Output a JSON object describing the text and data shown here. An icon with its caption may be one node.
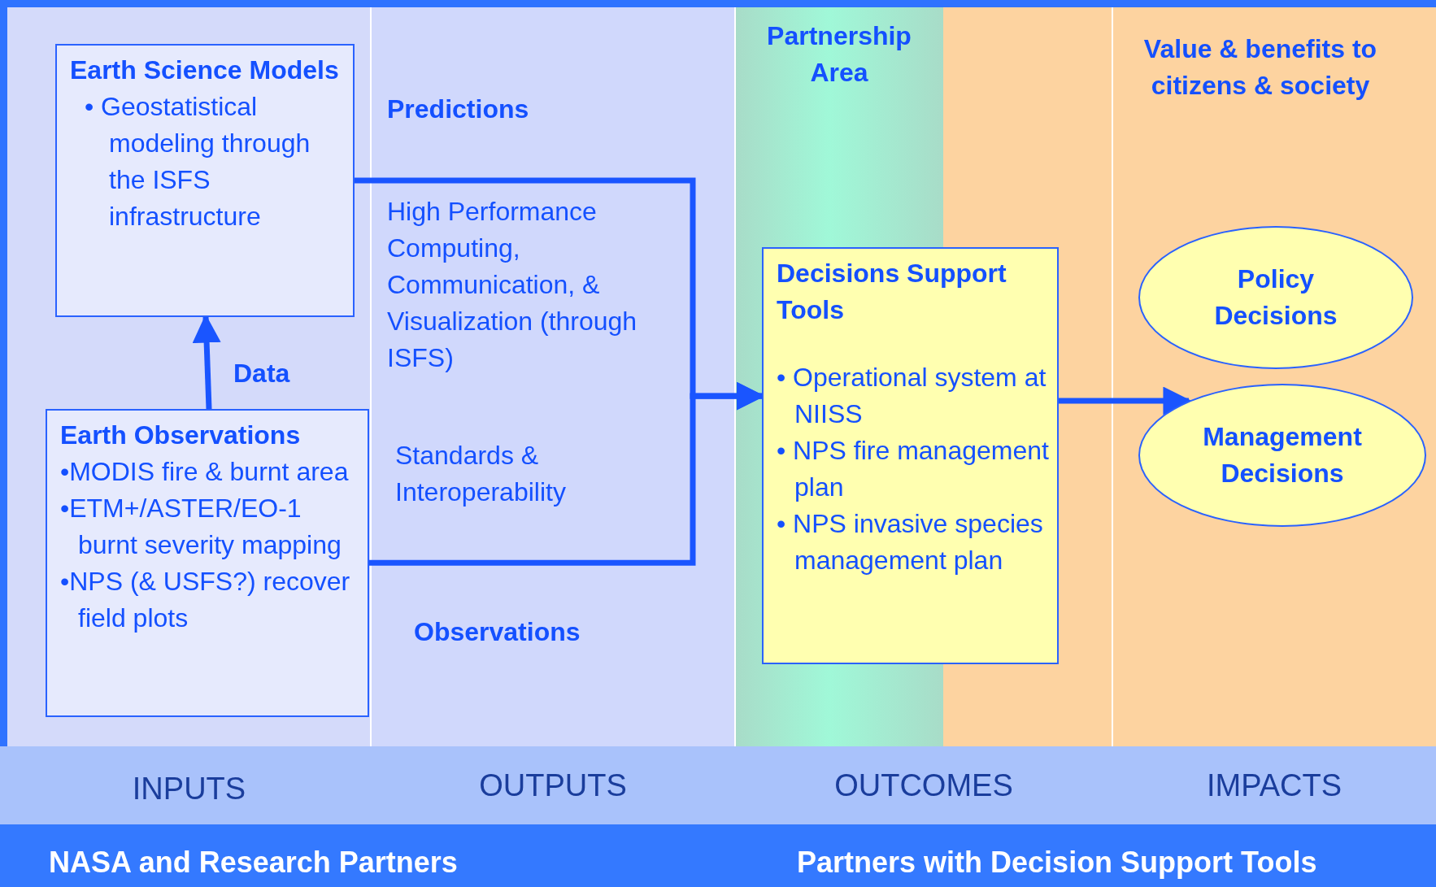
{
  "diagram": {
    "nodes": [
      {
        "text": [
          "Earth Science Models",
          "• Geostatistical modeling through the ISFS infrastructure"
        ]
      },
      {
        "text": [
          "Earth Observations",
          "•MODIS fire & burnt area",
          "•ETM+/ASTER/EO-1 burnt severity mapping",
          "•NPS (& USFS?) recover field plots"
        ]
      },
      {
        "text": [
          "Decisions Support Tools",
          "• Operational system at NIISS",
          "• NPS fire management plan",
          "• NPS invasive species management plan"
        ]
      },
      {
        "text": [
          "Policy Decisions"
        ]
      },
      {
        "text": [
          "Management Decisions"
        ]
      }
    ],
    "edges": [
      {
        "from": 0,
        "to": 2,
        "arrow": "to",
        "label": "Predictions"
      },
      {
        "from": 1,
        "to": 2,
        "arrow": "to",
        "label": "Observations"
      },
      {
        "from": 1,
        "to": 0,
        "arrow": "to",
        "label": "Data"
      },
      {
        "from": 2,
        "to": 4,
        "arrow": "to"
      }
    ],
    "labels": [
      "Partnership Area",
      "Value & benefits to citizens & society",
      "High Performance Computing, Communication, & Visualization (through ISFS)",
      "Standards & Interoperability",
      "INPUTS",
      "OUTPUTS",
      "OUTCOMES",
      "IMPACTS",
      "NASA and Research Partners",
      "Partners with Decision Support Tools"
    ]
  }
}
